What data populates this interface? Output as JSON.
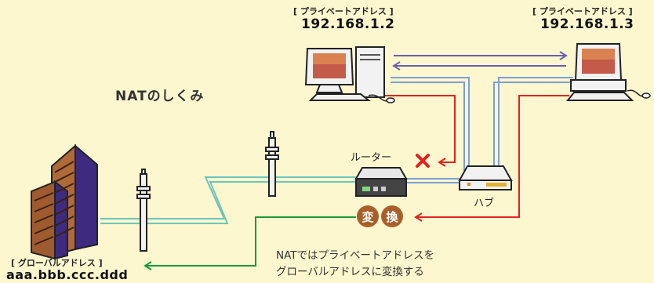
{
  "title": "NATのしくみ",
  "pc1": {
    "tag": "[ プライベートアドレス ]",
    "ip": "192.168.1.2"
  },
  "pc2": {
    "tag": "[ プライベートアドレス ]",
    "ip": "192.168.1.3"
  },
  "global": {
    "tag": "[ グローバルアドレス ]",
    "ip": "aaa.bbb.ccc.ddd"
  },
  "router_label": "ルーター",
  "hub_label": "ハブ",
  "convert": [
    "変",
    "換"
  ],
  "caption": [
    "NATではプライベートアドレスを",
    "グローバルアドレスに変換する"
  ],
  "colors": {
    "background": "#fdf7cf",
    "cable": "#7c9fd6",
    "wan_cable": "#6fc4bc",
    "red": "#e32020",
    "green": "#1c9a3a",
    "purple": "#6a5fb0",
    "badge": "#a95f2a"
  }
}
